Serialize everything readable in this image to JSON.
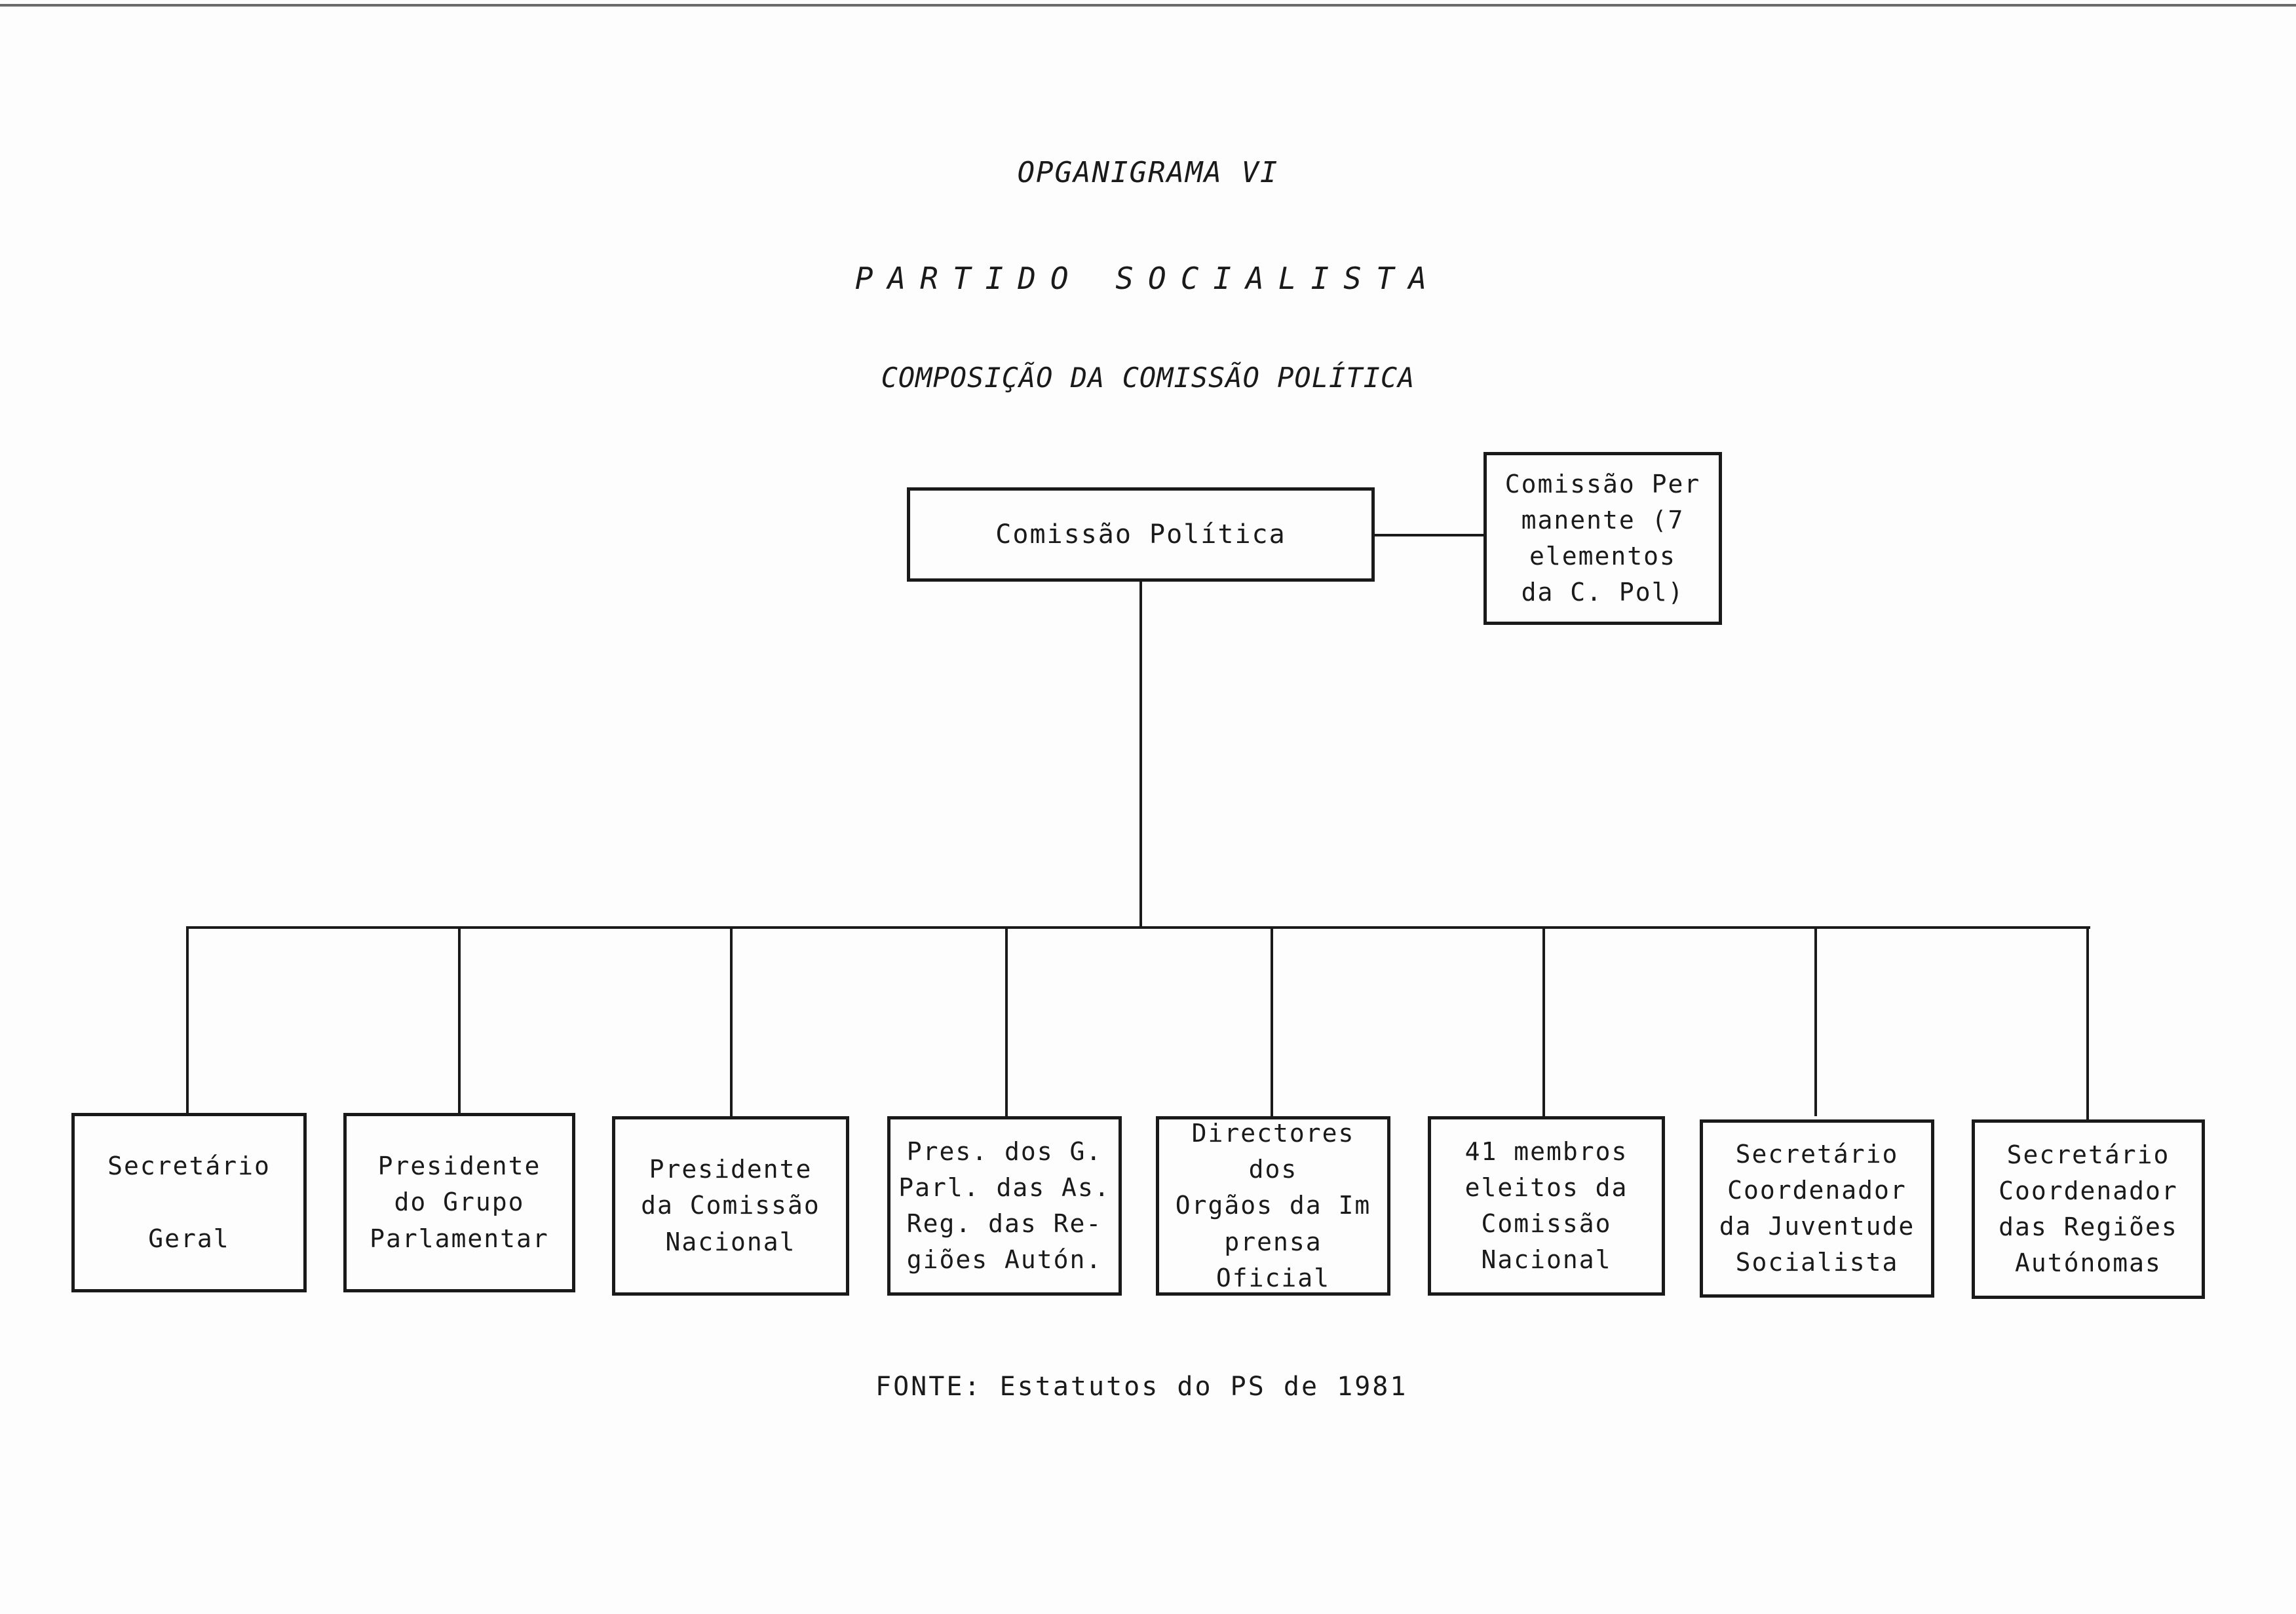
{
  "header": {
    "title": "OPGANIGRAMA VI",
    "subtitle": "PARTIDO SOCIALISTA",
    "caption": "COMPOSIÇÃO DA COMISSÃO POLÍTICA"
  },
  "org_chart": {
    "root": "Comissão Política",
    "side": "Comissão Per\nmanente (7\nelementos\nda C. Pol)",
    "children": [
      "Secretário\n\nGeral",
      "Presidente\ndo Grupo\nParlamentar",
      "Presidente\nda Comissão\nNacional",
      "Pres. dos G.\nParl. das As.\nReg. das Re-\ngiões Autón.",
      "Directores dos\nOrgãos da Im\nprensa Oficial",
      "41 membros\neleitos da\nComissão\nNacional",
      "Secretário\nCoordenador\nda Juventude\nSocialista",
      "Secretário\nCoordenador\ndas Regiões\nAutónomas"
    ]
  },
  "footer": {
    "source": "FONTE: Estatutos do PS de 1981"
  }
}
